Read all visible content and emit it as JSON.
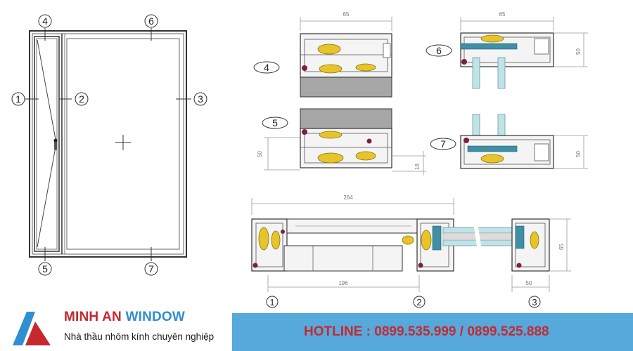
{
  "elevation": {
    "callouts": [
      "4",
      "6",
      "1",
      "2",
      "3",
      "5",
      "7"
    ]
  },
  "sections": {
    "s4": {
      "label": "4",
      "width_dim": "65"
    },
    "s5": {
      "label": "5",
      "height_dim": "50",
      "small_dim": "18"
    },
    "s6": {
      "label": "6",
      "width_dim": "65",
      "height_dim": "50"
    },
    "s7": {
      "label": "7",
      "height_dim": "50"
    },
    "horizontal": {
      "total_dim": "264",
      "left_dim": "196",
      "right_dim": "50",
      "height_dim": "65",
      "labels": [
        "1",
        "2",
        "3"
      ]
    }
  },
  "banner": {
    "brand_part1": "MINH AN",
    "brand_part2": "WINDOW",
    "tagline": "Nhà thầu nhôm kính chuyên nghiệp",
    "hotline": "HOTLINE : 0899.535.999 / 0899.525.888"
  },
  "colors": {
    "frame": "#3a3a3a",
    "gasket_gold": "#e6c42a",
    "glass": "#bfe3e6",
    "panel_gray": "#a6a6a6",
    "brand_red": "#c7282e",
    "brand_blue": "#2f8fd0",
    "banner_blue": "#57a9dc"
  }
}
